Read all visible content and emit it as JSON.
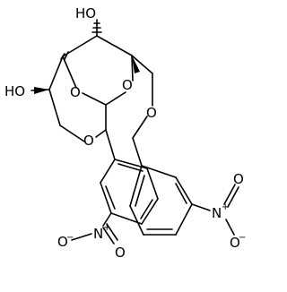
{
  "molecule": {
    "labels": {
      "hydroxyl_top": "HO",
      "hydroxyl_left": "HO",
      "ring_oxygen_1": "O",
      "ring_oxygen_2": "O",
      "ring_oxygen_3": "O",
      "ring_oxygen_4": "O",
      "nitro_right_n": "N",
      "nitro_right_n_charge": "+",
      "nitro_right_o_top": "O",
      "nitro_right_o_bottom": "O",
      "nitro_right_o_bottom_charge": "−",
      "nitro_left_n": "N",
      "nitro_left_n_charge": "+",
      "nitro_left_o_top": "O",
      "nitro_left_o_left": "O",
      "nitro_left_o_left_charge": "−"
    }
  }
}
